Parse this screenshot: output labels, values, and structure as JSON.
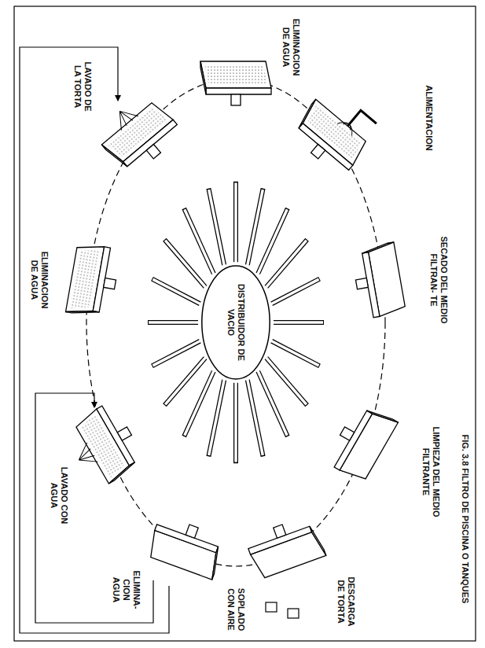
{
  "diagram": {
    "caption": "FIG. 3.8 FILTRO DE PISCINA O TANQUES",
    "nodes": [
      {
        "text": [
          "DISTRIBUIDOR DE VACIO"
        ]
      }
    ],
    "labels": [
      "ALIMENTACION",
      "ELIMINACION DE AGUA",
      "LAVADO DE LA TORTA",
      "ELIMINACION DE AGUA",
      "LAVADO CON AGUA",
      "ELIMINA- CION AGUA",
      "SOPLADO CON AIRE",
      "DESCARGA DE TORTA",
      "LIMPIEZA DEL MEDIO FILTRANTE",
      "SECADO DEL MEDIO FILTRAN- TE"
    ]
  }
}
